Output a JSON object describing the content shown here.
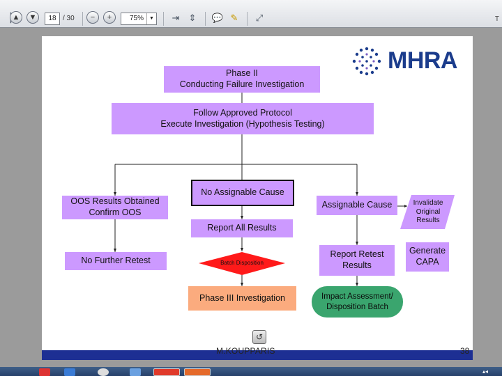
{
  "toolbar": {
    "page_current": "18",
    "page_total": "/ 30",
    "zoom": "75%",
    "right_mark": "T"
  },
  "slide": {
    "logo_text": "MHRA",
    "phase2": "Phase II\nConducting Failure Investigation",
    "protocol": "Follow Approved Protocol\nExecute Investigation (Hypothesis Testing)",
    "oos": "OOS Results Obtained\nConfirm OOS",
    "no_assignable": "No Assignable  Cause",
    "assignable": "Assignable Cause",
    "invalidate": "Invalidate\nOriginal\nResults",
    "report_all": "Report All Results",
    "no_retest": "No Further Retest",
    "report_retest": "Report Retest\nResults",
    "generate_capa": "Generate\nCAPA",
    "batch_disposition": "Batch Disposition",
    "phase3": "Phase III Investigation",
    "impact": "Impact Assessment/\nDisposition Batch",
    "footer_name": "M.KOUPPARIS",
    "footer_page": "38"
  },
  "colors": {
    "purple": "#cc99ff",
    "red_diamond": "#ff1a1a",
    "orange": "#fbab7e",
    "green": "#3aa56e",
    "footer_blue": "#1d2f93",
    "logo_blue": "#1b3c8c"
  }
}
